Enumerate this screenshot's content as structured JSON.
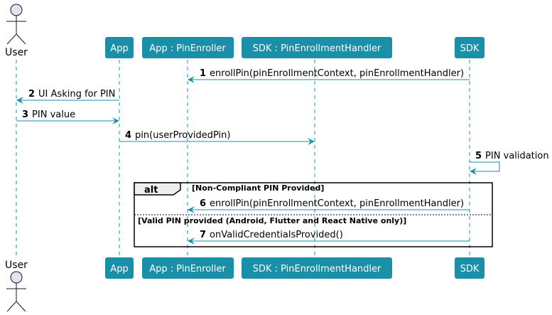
{
  "diagram": {
    "participants": {
      "user": "User",
      "app": "App",
      "pin_enroller": "App : PinEnroller",
      "sdk_handler": "SDK : PinEnrollmentHandler",
      "sdk": "SDK"
    },
    "messages": [
      {
        "num": "1",
        "text": "enrollPin(pinEnrollmentContext, pinEnrollmentHandler)"
      },
      {
        "num": "2",
        "text": "UI Asking for PIN"
      },
      {
        "num": "3",
        "text": "PIN value"
      },
      {
        "num": "4",
        "text": "pin(userProvidedPin)"
      },
      {
        "num": "5",
        "text": "PIN validation"
      },
      {
        "num": "6",
        "text": "enrollPin(pinEnrollmentContext, pinEnrollmentHandler)"
      },
      {
        "num": "7",
        "text": "onValidCredentialsProvided()"
      }
    ],
    "alt": {
      "keyword": "alt",
      "guard1": "[Non-Compliant PIN Provided]",
      "guard2": "[Valid PIN provided (Android, Flutter and React Native only)]"
    },
    "colors": {
      "participant_fill": "#1A8FA8",
      "arrow": "#1A8FA8",
      "lifeline": "#1A8FA8",
      "actor_fill": "#E2E2F0"
    }
  }
}
